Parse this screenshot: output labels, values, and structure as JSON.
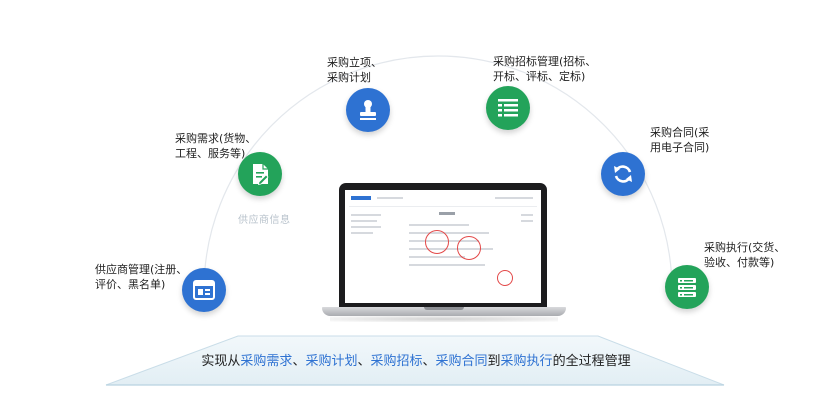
{
  "steps": {
    "supplier": {
      "label_1": "供应商管理(注册、",
      "label_2": "评价、黑名单)",
      "icon": "form-icon",
      "color": "#2e72d2"
    },
    "demand": {
      "label_1": "采购需求(货物、",
      "label_2": "工程、服务等)",
      "icon": "document-edit-icon",
      "color": "#23a35a"
    },
    "approval": {
      "label_1": "采购立项、",
      "label_2": "采购计划",
      "icon": "stamp-icon",
      "color": "#2e72d2"
    },
    "tender": {
      "label_1": "采购招标管理(招标、",
      "label_2": "开标、评标、定标)",
      "icon": "list-icon",
      "color": "#23a35a"
    },
    "contract": {
      "label_1": "采购合同(采",
      "label_2": "用电子合同)",
      "icon": "refresh-icon",
      "color": "#2e72d2"
    },
    "execute": {
      "label_1": "采购执行(交货、",
      "label_2": "验收、付款等)",
      "icon": "server-icon",
      "color": "#23a35a"
    }
  },
  "arc_caption": "供应商信息",
  "footer": {
    "prefix": "实现从",
    "item1": "采购需求",
    "sep1": "、",
    "item2": "采购计划",
    "sep2": "、",
    "item3": "采购招标",
    "sep3": "、",
    "item4": "采购合同",
    "mid": "到",
    "item5": "采购执行",
    "suffix": "的全过程管理"
  },
  "colors": {
    "accent_blue": "#2e72d2",
    "accent_green": "#23a35a"
  }
}
